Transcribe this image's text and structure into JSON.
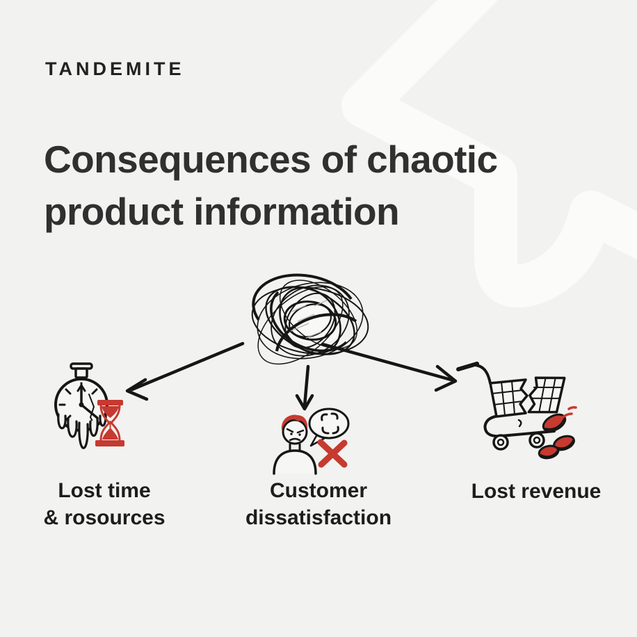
{
  "brand": {
    "logo_text": "TANDEMITE"
  },
  "header": {
    "title_lines": [
      "Consequences of chaotic",
      "product information"
    ],
    "title_full": "Consequences of chaotic product information"
  },
  "diagram": {
    "center_illustration": "tangled-scribble-knot",
    "consequences": [
      {
        "id": "lost-time",
        "label": "Lost time & rosources",
        "label_lines": [
          "Lost time",
          "& rosources"
        ],
        "icon": "melting-clock-with-red-hourglass"
      },
      {
        "id": "customer-dissatisfaction",
        "label": "Customer dissatisfaction",
        "label_lines": [
          "Customer",
          "dissatisfaction"
        ],
        "icon": "angry-customer-speech-bubble-red-x"
      },
      {
        "id": "lost-revenue",
        "label": "Lost revenue",
        "label_lines": [
          "Lost revenue"
        ],
        "icon": "broken-shopping-cart-with-coins"
      }
    ]
  },
  "colors": {
    "background": "#f2f2f0",
    "decorative_shape": "#fbfbfa",
    "title_text": "#303030",
    "label_text": "#1d1d1d",
    "ink": "#161616",
    "accent_red": "#c63a30"
  }
}
